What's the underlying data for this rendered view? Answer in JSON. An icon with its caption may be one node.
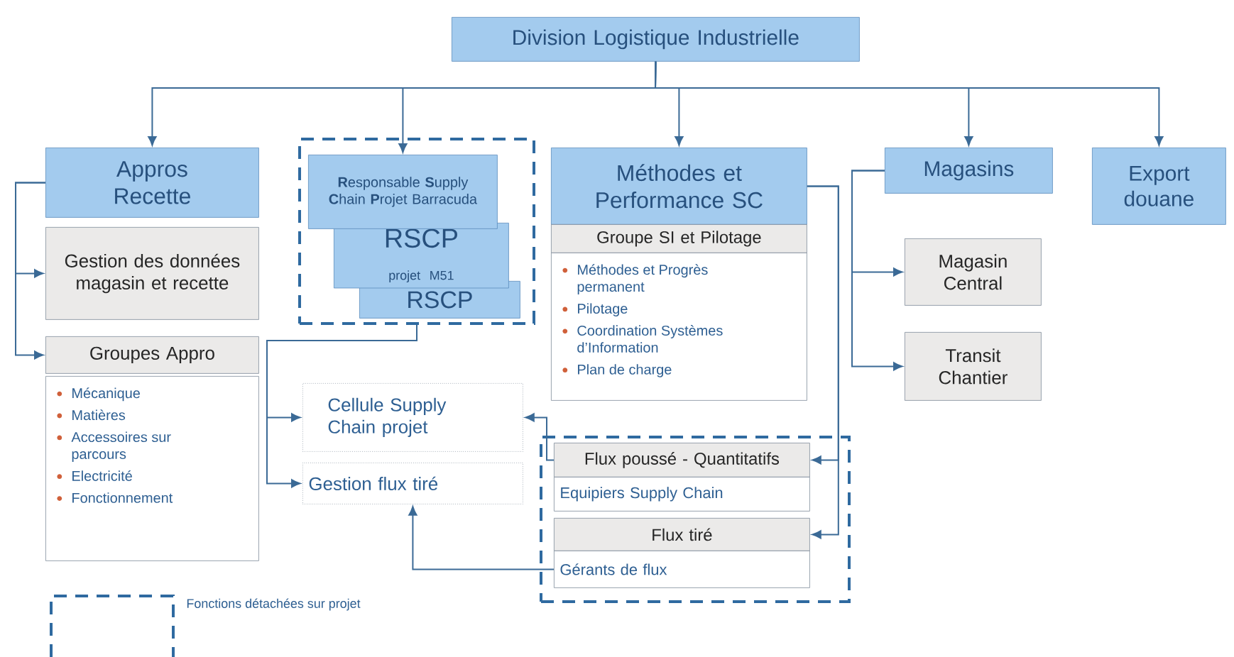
{
  "diagram": {
    "nodes": [
      {
        "text": [
          "Division Logistique Industrielle"
        ]
      },
      {
        "text": [
          "Appros Recette"
        ]
      },
      {
        "text": [
          "Gestion des données magasin et recette"
        ]
      },
      {
        "text": [
          "Groupes Appro"
        ]
      },
      {
        "text": [
          "Mécanique",
          "Matières",
          "Accessoires sur parcours",
          "Electricité",
          "Fonctionnement"
        ]
      },
      {
        "text": [],
        "shape": "box"
      },
      {
        "text": [
          "**R**esponsable **S**upply **C**hain **P**rojet Barracuda"
        ],
        "in": 5
      },
      {
        "text": [
          "RSCP",
          "projet M51"
        ],
        "in": 5
      },
      {
        "text": [
          "RSCP"
        ],
        "in": 5
      },
      {
        "text": [
          "Méthodes et Performance SC"
        ]
      },
      {
        "text": [
          "Groupe SI et Pilotage"
        ]
      },
      {
        "text": [
          "Méthodes et Progrès permanent",
          "Pilotage",
          "Coordination Systèmes d’Information",
          "Plan de charge"
        ]
      },
      {
        "text": [
          "Magasins"
        ]
      },
      {
        "text": [
          "Export douane"
        ]
      },
      {
        "text": [
          "Magasin Central"
        ]
      },
      {
        "text": [
          "Transit Chantier"
        ]
      },
      {
        "text": [
          "Cellule Supply Chain projet"
        ]
      },
      {
        "text": [
          "Gestion flux tiré"
        ]
      },
      {
        "text": [],
        "shape": "box"
      },
      {
        "text": [
          "Flux poussé - Quantitatifs"
        ],
        "in": 18
      },
      {
        "text": [
          "Equipiers Supply Chain"
        ],
        "in": 18
      },
      {
        "text": [
          "Flux tiré"
        ],
        "in": 18
      },
      {
        "text": [
          "Gérants de flux"
        ],
        "in": 18
      }
    ],
    "edges": [
      {
        "from": 0,
        "to": 1,
        "arrow": "to"
      },
      {
        "from": 0,
        "to": 6,
        "arrow": "to"
      },
      {
        "from": 0,
        "to": 9,
        "arrow": "to"
      },
      {
        "from": 0,
        "to": 12,
        "arrow": "to"
      },
      {
        "from": 0,
        "to": 13,
        "arrow": "to"
      },
      {
        "from": 1,
        "to": 2,
        "arrow": "to"
      },
      {
        "from": 1,
        "to": 3,
        "arrow": "to"
      },
      {
        "from": 5,
        "to": 16,
        "arrow": "to"
      },
      {
        "from": 5,
        "to": 17,
        "arrow": "to"
      },
      {
        "from": 9,
        "to": 19,
        "arrow": "to"
      },
      {
        "from": 9,
        "to": 21,
        "arrow": "to"
      },
      {
        "from": 12,
        "to": 14,
        "arrow": "to"
      },
      {
        "from": 12,
        "to": 15,
        "arrow": "to"
      },
      {
        "from": 19,
        "to": 16,
        "arrow": "to"
      },
      {
        "from": 22,
        "to": 17,
        "arrow": "to"
      }
    ],
    "legend": [
      {
        "text": "Fonctions détachées sur projet"
      }
    ]
  }
}
